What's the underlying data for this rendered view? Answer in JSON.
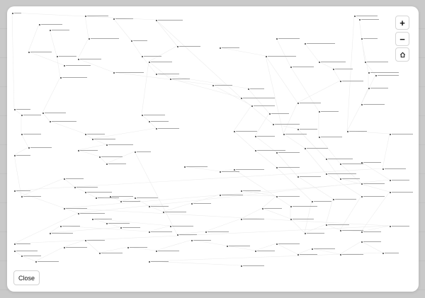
{
  "controls": {
    "zoom_in_label": "+",
    "zoom_out_label": "−",
    "close_label": "Close"
  },
  "colors": {
    "backdrop": "#c9c9c9",
    "modal": "#ffffff",
    "node": "#6b6b6b",
    "label": "#a4a4a4",
    "edge": "#ececec"
  },
  "graph": {
    "nodes": [
      [
        7,
        9,
        10
      ],
      [
        110,
        13,
        30
      ],
      [
        150,
        17,
        25
      ],
      [
        210,
        19,
        35
      ],
      [
        45,
        25,
        30
      ],
      [
        60,
        33,
        25
      ],
      [
        115,
        45,
        40
      ],
      [
        175,
        48,
        20
      ],
      [
        240,
        56,
        30
      ],
      [
        300,
        58,
        25
      ],
      [
        380,
        45,
        30
      ],
      [
        420,
        52,
        40
      ],
      [
        490,
        13,
        30
      ],
      [
        497,
        18,
        25
      ],
      [
        500,
        45,
        20
      ],
      [
        30,
        64,
        30
      ],
      [
        70,
        70,
        25
      ],
      [
        100,
        74,
        30
      ],
      [
        80,
        83,
        35
      ],
      [
        190,
        70,
        25
      ],
      [
        200,
        78,
        30
      ],
      [
        150,
        93,
        40
      ],
      [
        210,
        95,
        30
      ],
      [
        230,
        102,
        25
      ],
      [
        75,
        100,
        35
      ],
      [
        290,
        111,
        25
      ],
      [
        340,
        116,
        20
      ],
      [
        365,
        70,
        40
      ],
      [
        400,
        85,
        30
      ],
      [
        440,
        78,
        35
      ],
      [
        460,
        88,
        25
      ],
      [
        505,
        78,
        30
      ],
      [
        510,
        93,
        40
      ],
      [
        520,
        97,
        30
      ],
      [
        470,
        105,
        30
      ],
      [
        510,
        115,
        25
      ],
      [
        330,
        129,
        45
      ],
      [
        345,
        140,
        30
      ],
      [
        370,
        151,
        25
      ],
      [
        410,
        136,
        30
      ],
      [
        440,
        148,
        25
      ],
      [
        500,
        138,
        30
      ],
      [
        10,
        145,
        20
      ],
      [
        20,
        153,
        25
      ],
      [
        50,
        150,
        30
      ],
      [
        60,
        162,
        35
      ],
      [
        20,
        180,
        25
      ],
      [
        30,
        199,
        30
      ],
      [
        10,
        210,
        20
      ],
      [
        190,
        153,
        30
      ],
      [
        200,
        162,
        25
      ],
      [
        210,
        172,
        30
      ],
      [
        110,
        180,
        25
      ],
      [
        120,
        187,
        30
      ],
      [
        140,
        195,
        35
      ],
      [
        100,
        203,
        25
      ],
      [
        130,
        212,
        30
      ],
      [
        140,
        222,
        25
      ],
      [
        180,
        205,
        20
      ],
      [
        320,
        176,
        30
      ],
      [
        350,
        183,
        25
      ],
      [
        375,
        166,
        35
      ],
      [
        390,
        180,
        30
      ],
      [
        410,
        173,
        25
      ],
      [
        440,
        184,
        30
      ],
      [
        480,
        176,
        25
      ],
      [
        540,
        180,
        30
      ],
      [
        350,
        203,
        40
      ],
      [
        380,
        206,
        30
      ],
      [
        420,
        200,
        30
      ],
      [
        450,
        215,
        35
      ],
      [
        470,
        222,
        30
      ],
      [
        500,
        220,
        25
      ],
      [
        530,
        229,
        30
      ],
      [
        250,
        226,
        30
      ],
      [
        300,
        233,
        25
      ],
      [
        320,
        230,
        40
      ],
      [
        380,
        227,
        30
      ],
      [
        410,
        240,
        30
      ],
      [
        450,
        236,
        40
      ],
      [
        470,
        243,
        25
      ],
      [
        500,
        250,
        30
      ],
      [
        540,
        245,
        25
      ],
      [
        10,
        260,
        20
      ],
      [
        20,
        268,
        25
      ],
      [
        80,
        243,
        25
      ],
      [
        95,
        255,
        30
      ],
      [
        110,
        262,
        35
      ],
      [
        125,
        270,
        30
      ],
      [
        145,
        268,
        30
      ],
      [
        160,
        275,
        25
      ],
      [
        180,
        270,
        30
      ],
      [
        200,
        282,
        25
      ],
      [
        220,
        290,
        30
      ],
      [
        260,
        278,
        25
      ],
      [
        300,
        266,
        30
      ],
      [
        330,
        260,
        25
      ],
      [
        380,
        268,
        30
      ],
      [
        400,
        282,
        35
      ],
      [
        430,
        275,
        25
      ],
      [
        460,
        272,
        30
      ],
      [
        500,
        268,
        30
      ],
      [
        540,
        262,
        30
      ],
      [
        80,
        285,
        30
      ],
      [
        100,
        292,
        35
      ],
      [
        120,
        300,
        25
      ],
      [
        140,
        306,
        30
      ],
      [
        160,
        312,
        25
      ],
      [
        60,
        320,
        30
      ],
      [
        75,
        310,
        25
      ],
      [
        200,
        318,
        30
      ],
      [
        230,
        310,
        30
      ],
      [
        240,
        322,
        25
      ],
      [
        280,
        318,
        30
      ],
      [
        330,
        300,
        30
      ],
      [
        360,
        285,
        25
      ],
      [
        400,
        300,
        30
      ],
      [
        420,
        320,
        25
      ],
      [
        450,
        308,
        30
      ],
      [
        470,
        316,
        30
      ],
      [
        500,
        318,
        25
      ],
      [
        540,
        310,
        25
      ],
      [
        10,
        335,
        20
      ],
      [
        10,
        345,
        30
      ],
      [
        20,
        352,
        25
      ],
      [
        40,
        360,
        30
      ],
      [
        80,
        340,
        30
      ],
      [
        110,
        330,
        25
      ],
      [
        130,
        348,
        30
      ],
      [
        170,
        340,
        25
      ],
      [
        210,
        345,
        30
      ],
      [
        260,
        330,
        25
      ],
      [
        310,
        338,
        30
      ],
      [
        350,
        345,
        25
      ],
      [
        380,
        335,
        30
      ],
      [
        410,
        350,
        25
      ],
      [
        430,
        342,
        30
      ],
      [
        470,
        350,
        30
      ],
      [
        500,
        332,
        25
      ],
      [
        530,
        348,
        20
      ],
      [
        200,
        360,
        25
      ],
      [
        330,
        366,
        30
      ]
    ],
    "edges": [
      [
        0,
        3
      ],
      [
        1,
        6
      ],
      [
        2,
        7
      ],
      [
        3,
        8
      ],
      [
        4,
        15
      ],
      [
        5,
        16
      ],
      [
        6,
        17
      ],
      [
        7,
        19
      ],
      [
        8,
        20
      ],
      [
        9,
        27
      ],
      [
        10,
        28
      ],
      [
        11,
        29
      ],
      [
        12,
        13
      ],
      [
        13,
        31
      ],
      [
        14,
        32
      ],
      [
        15,
        18
      ],
      [
        16,
        24
      ],
      [
        17,
        21
      ],
      [
        19,
        22
      ],
      [
        20,
        23
      ],
      [
        21,
        25
      ],
      [
        22,
        26
      ],
      [
        23,
        36
      ],
      [
        24,
        44
      ],
      [
        25,
        37
      ],
      [
        26,
        38
      ],
      [
        27,
        39
      ],
      [
        28,
        40
      ],
      [
        29,
        30
      ],
      [
        30,
        34
      ],
      [
        31,
        33
      ],
      [
        32,
        35
      ],
      [
        33,
        41
      ],
      [
        34,
        39
      ],
      [
        35,
        41
      ],
      [
        36,
        61
      ],
      [
        37,
        59
      ],
      [
        38,
        60
      ],
      [
        39,
        62
      ],
      [
        40,
        64
      ],
      [
        41,
        65
      ],
      [
        42,
        43
      ],
      [
        43,
        46
      ],
      [
        44,
        45
      ],
      [
        45,
        52
      ],
      [
        46,
        47
      ],
      [
        47,
        48
      ],
      [
        48,
        84
      ],
      [
        49,
        50
      ],
      [
        50,
        51
      ],
      [
        51,
        53
      ],
      [
        52,
        53
      ],
      [
        53,
        54
      ],
      [
        54,
        55
      ],
      [
        55,
        56
      ],
      [
        56,
        57
      ],
      [
        57,
        58
      ],
      [
        59,
        67
      ],
      [
        60,
        68
      ],
      [
        61,
        63
      ],
      [
        62,
        69
      ],
      [
        63,
        70
      ],
      [
        64,
        71
      ],
      [
        65,
        66
      ],
      [
        66,
        73
      ],
      [
        67,
        77
      ],
      [
        68,
        78
      ],
      [
        69,
        79
      ],
      [
        70,
        80
      ],
      [
        71,
        81
      ],
      [
        72,
        82
      ],
      [
        73,
        83
      ],
      [
        74,
        75
      ],
      [
        75,
        76
      ],
      [
        76,
        98
      ],
      [
        77,
        99
      ],
      [
        78,
        100
      ],
      [
        79,
        101
      ],
      [
        80,
        102
      ],
      [
        81,
        103
      ],
      [
        82,
        104
      ],
      [
        84,
        85
      ],
      [
        85,
        86
      ],
      [
        86,
        87
      ],
      [
        87,
        88
      ],
      [
        88,
        89
      ],
      [
        89,
        90
      ],
      [
        90,
        91
      ],
      [
        91,
        92
      ],
      [
        92,
        93
      ],
      [
        93,
        94
      ],
      [
        94,
        95
      ],
      [
        95,
        97
      ],
      [
        96,
        97
      ],
      [
        97,
        115
      ],
      [
        98,
        116
      ],
      [
        99,
        117
      ],
      [
        100,
        118
      ],
      [
        101,
        119
      ],
      [
        102,
        120
      ],
      [
        103,
        121
      ],
      [
        104,
        122
      ],
      [
        105,
        106
      ],
      [
        106,
        107
      ],
      [
        107,
        108
      ],
      [
        108,
        109
      ],
      [
        109,
        110
      ],
      [
        110,
        111
      ],
      [
        111,
        105
      ],
      [
        112,
        113
      ],
      [
        113,
        114
      ],
      [
        114,
        115
      ],
      [
        115,
        116
      ],
      [
        116,
        117
      ],
      [
        117,
        118
      ],
      [
        118,
        119
      ],
      [
        119,
        120
      ],
      [
        120,
        121
      ],
      [
        121,
        122
      ],
      [
        123,
        124
      ],
      [
        124,
        125
      ],
      [
        125,
        126
      ],
      [
        126,
        127
      ],
      [
        127,
        128
      ],
      [
        128,
        129
      ],
      [
        129,
        130
      ],
      [
        130,
        131
      ],
      [
        131,
        132
      ],
      [
        132,
        133
      ],
      [
        133,
        134
      ],
      [
        134,
        135
      ],
      [
        135,
        136
      ],
      [
        136,
        137
      ],
      [
        137,
        138
      ],
      [
        138,
        139
      ],
      [
        139,
        140
      ],
      [
        140,
        141
      ],
      [
        141,
        142
      ],
      [
        142,
        143
      ],
      [
        0,
        42
      ],
      [
        12,
        65
      ],
      [
        58,
        112
      ],
      [
        83,
        104
      ],
      [
        3,
        36
      ],
      [
        20,
        49
      ],
      [
        27,
        62
      ]
    ]
  }
}
